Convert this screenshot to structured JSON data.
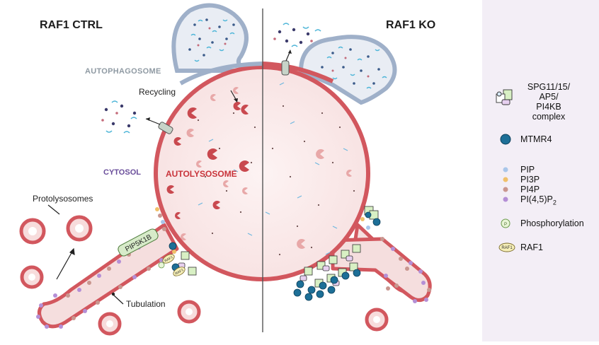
{
  "panels": {
    "left_title": "RAF1 CTRL",
    "right_title": "RAF1 KO"
  },
  "labels": {
    "autophagosome": "AUTOPHAGOSOME",
    "recycling": "Recycling",
    "cytosol": "CYTOSOL",
    "autolysosome": "AUTOLYSOSOME",
    "protolysosomes": "Protolysosomes",
    "pip5k1b": "PIP5K1B",
    "tubulation": "Tubulation",
    "raf1_tag": "RAF1",
    "phospho_tag": "P"
  },
  "legend": {
    "complex": "SPG11/15/\nAP5/\nPI4KB\ncomplex",
    "mtmr4": "MTMR4",
    "pip": "PIP",
    "pi3p": "PI3P",
    "pi4p": "PI4P",
    "pi45p2_base": "PI(4,5)P",
    "pi45p2_sub": "2",
    "phosphorylation": "Phosphorylation",
    "raf1": "RAF1"
  },
  "colors": {
    "membrane": "#d2575e",
    "lumen": "#fbecec",
    "autophagosome_membrane": "#9fb0c9",
    "cytosol_text": "#6a4e9b",
    "autolysosome_text": "#c9343b",
    "autophagosome_text": "#8f9aa3",
    "pip": "#a9c6ea",
    "pi3p": "#f0c06a",
    "pi4p": "#c9968f",
    "pi45p2": "#b48fd6",
    "mtmr4": "#1d6f97",
    "legend_bg": "#f3eef6",
    "pip5k1b_bg": "#d7ebc9"
  }
}
